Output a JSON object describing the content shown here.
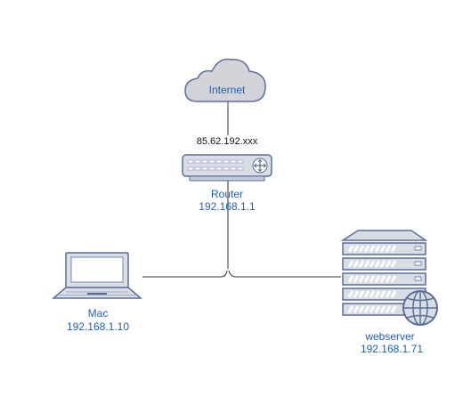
{
  "colors": {
    "device_fill": "#d9dde6",
    "device_stroke": "#5b6f96",
    "label_blue": "#1f5fb5",
    "line": "#333333",
    "cloud_fill": "#d2d4d9"
  },
  "nodes": {
    "internet": {
      "icon": "cloud-icon",
      "label": "Internet"
    },
    "router": {
      "icon": "router-icon",
      "wan_ip": "85.62.192.xxx",
      "label": "Router",
      "ip": "192.168.1.1"
    },
    "mac": {
      "icon": "laptop-icon",
      "label": "Mac",
      "ip": "192.168.1.10"
    },
    "webserver": {
      "icon": "web-server-icon",
      "label": "webserver",
      "ip": "192.168.1.71"
    }
  }
}
